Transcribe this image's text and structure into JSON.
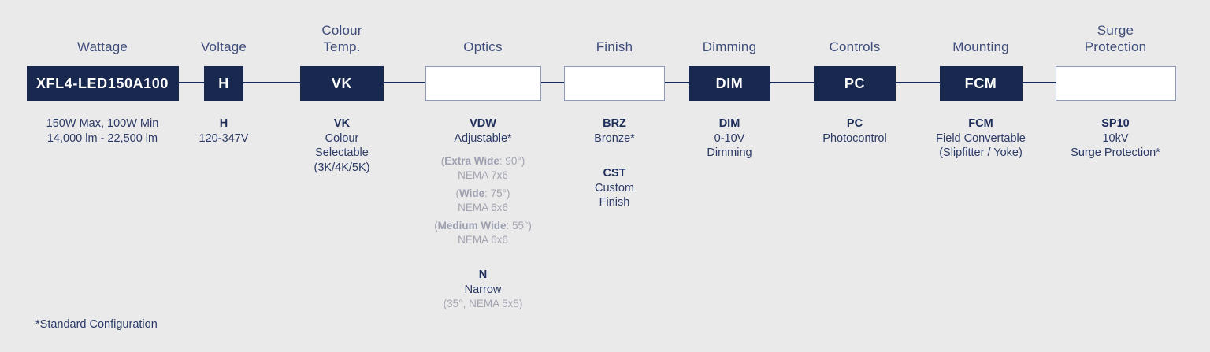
{
  "footnote": "*Standard Configuration",
  "colors": {
    "background": "#ebeaea",
    "box_navy": "#18284f",
    "box_border": "#8d9ab8",
    "header_text": "#3e4d7a",
    "body_text": "#2b3a66",
    "muted_text": "#a2a5b1",
    "connector": "#1b2a52"
  },
  "columns": [
    {
      "header": [
        "Wattage"
      ],
      "box": {
        "filled": true,
        "label": "XFL4-LED150A100"
      },
      "lines": [
        "150W Max, 100W Min",
        "14,000 lm - 22,500 lm"
      ]
    },
    {
      "header": [
        "Voltage"
      ],
      "box": {
        "filled": true,
        "label": "H"
      },
      "options": [
        {
          "code": "H",
          "lines": [
            "120-347V"
          ]
        }
      ]
    },
    {
      "header": [
        "Colour",
        "Temp."
      ],
      "box": {
        "filled": true,
        "label": "VK"
      },
      "options": [
        {
          "code": "VK",
          "lines": [
            "Colour",
            "Selectable",
            "(3K/4K/5K)"
          ]
        }
      ]
    },
    {
      "header": [
        "Optics"
      ],
      "box": {
        "filled": false,
        "label": ""
      },
      "options": [
        {
          "code": "VDW",
          "lines": [
            "Adjustable*"
          ],
          "specs": [
            {
              "pre": "(",
              "bold": "Extra Wide",
              "post": ": 90°)",
              "nema": "NEMA 7x6"
            },
            {
              "pre": "(",
              "bold": "Wide",
              "post": ": 75°)",
              "nema": "NEMA 6x6"
            },
            {
              "pre": "(",
              "bold": "Medium Wide",
              "post": ": 55°)",
              "nema": "NEMA 6x6"
            }
          ]
        },
        {
          "code": "N",
          "lines": [
            "Narrow"
          ],
          "muted_line": "(35°, NEMA 5x5)"
        }
      ]
    },
    {
      "header": [
        "Finish"
      ],
      "box": {
        "filled": false,
        "label": ""
      },
      "options": [
        {
          "code": "BRZ",
          "lines": [
            "Bronze*"
          ]
        },
        {
          "code": "CST",
          "lines": [
            "Custom",
            "Finish"
          ]
        }
      ]
    },
    {
      "header": [
        "Dimming"
      ],
      "box": {
        "filled": true,
        "label": "DIM"
      },
      "options": [
        {
          "code": "DIM",
          "lines": [
            "0-10V",
            "Dimming"
          ]
        }
      ]
    },
    {
      "header": [
        "Controls"
      ],
      "box": {
        "filled": true,
        "label": "PC"
      },
      "options": [
        {
          "code": "PC",
          "lines": [
            "Photocontrol"
          ]
        }
      ]
    },
    {
      "header": [
        "Mounting"
      ],
      "box": {
        "filled": true,
        "label": "FCM"
      },
      "options": [
        {
          "code": "FCM",
          "lines": [
            "Field Convertable",
            "(Slipfitter / Yoke)"
          ]
        }
      ]
    },
    {
      "header": [
        "Surge",
        "Protection"
      ],
      "box": {
        "filled": false,
        "label": ""
      },
      "options": [
        {
          "code": "SP10",
          "lines": [
            "10kV",
            "Surge Protection*"
          ]
        }
      ]
    }
  ]
}
